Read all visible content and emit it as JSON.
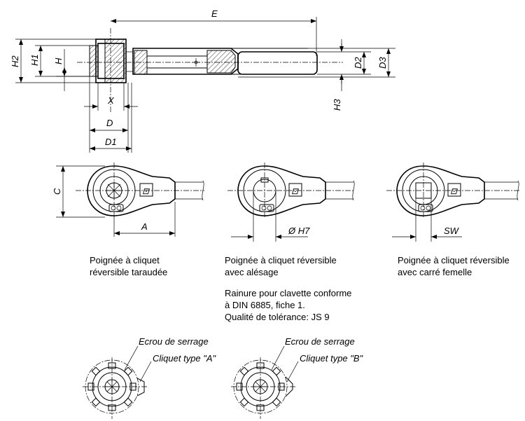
{
  "dimensions": {
    "E": "E",
    "H2": "H2",
    "H1": "H1",
    "H": "H",
    "D2": "D2",
    "D3": "D3",
    "H3": "H3",
    "X": "X",
    "D": "D",
    "D1": "D1",
    "C": "C",
    "A": "A",
    "OH7": "Ø H7",
    "SW": "SW"
  },
  "captions": {
    "taraudee_l1": "Poignée à cliquet",
    "taraudee_l2": "réversible taraudée",
    "alesage_l1": "Poignée à cliquet réversible",
    "alesage_l2": "avec alésage",
    "carre_l1": "Poignée à cliquet réversible",
    "carre_l2": "avec carré femelle",
    "note_l1": "Rainure pour clavette conforme",
    "note_l2": "à DIN 6885, fiche 1.",
    "note_l3": "Qualité de tolérance: JS 9"
  },
  "callouts": {
    "ecrou_a": "Ecrou de serrage",
    "cliquet_a": "Cliquet type \"A\"",
    "ecrou_b": "Ecrou de serrage",
    "cliquet_b": "Cliquet type \"B\""
  }
}
